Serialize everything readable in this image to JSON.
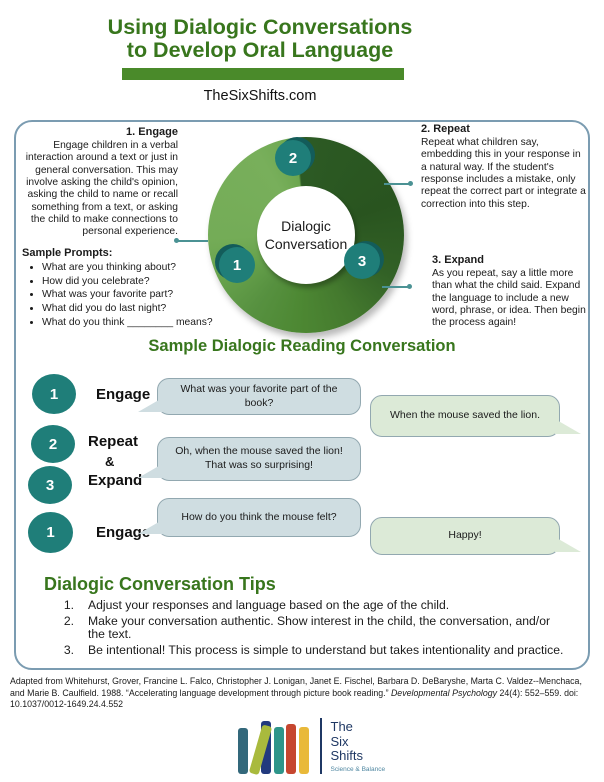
{
  "header": {
    "title_line1": "Using Dialogic Conversations",
    "title_line2": "to Develop Oral Language",
    "website": "TheSixShifts.com"
  },
  "diagram": {
    "steps": [
      {
        "num": "1",
        "title": "1. Engage",
        "body": "Engage children in a verbal interaction around a text or just in general conversation. This may involve asking the child's opinion, asking the child to name or recall something from a text, or asking the child to make connections to personal experience."
      },
      {
        "num": "2",
        "title": "2. Repeat",
        "body": "Repeat what children say, embedding this in your response in a natural way.  If the student's response includes a mistake, only repeat the correct part or integrate a correction into this step."
      },
      {
        "num": "3",
        "title": "3. Expand",
        "body": "As you repeat, say a little more than what the child said. Expand the language to include a new word, phrase, or idea. Then begin the process again!"
      }
    ],
    "prompts": {
      "title": "Sample Prompts:",
      "items": [
        "What are you thinking about?",
        "How did you celebrate?",
        "What was your favorite part?",
        "What did you do last night?",
        "What do you think ________ means?"
      ]
    },
    "donut": {
      "center_line1": "Dialogic",
      "center_line2": "Conversation",
      "badge_1": "1",
      "badge_2": "2",
      "badge_3": "3"
    }
  },
  "conversation": {
    "heading": "Sample Dialogic Reading Conversation",
    "row1_num": "1",
    "row1_label": "Engage",
    "row1_bubble": "What was your favorite part of the book?",
    "reply1": "When the mouse saved the lion.",
    "row2_num_a": "2",
    "row2_label_a": "Repeat",
    "row2_amp": "&",
    "row2_num_b": "3",
    "row2_label_b": "Expand",
    "row2_bubble": "Oh, when the mouse saved the lion! That was so surprising!",
    "row3_num": "1",
    "row3_label": "Engage",
    "row3_bubble": "How do you think the mouse felt?",
    "reply2": "Happy!"
  },
  "tips": {
    "heading": "Dialogic Conversation Tips",
    "items": [
      {
        "num": "1.",
        "text": "Adjust your responses and language based on the age of the child."
      },
      {
        "num": "2.",
        "text": "Make your conversation authentic. Show interest in the child, the conversation, and/or the text."
      },
      {
        "num": "3.",
        "text": "Be intentional! This process is simple to understand but takes intentionality and practice."
      }
    ]
  },
  "citation": {
    "prefix": "Adapted from Whitehurst, Grover, Francine L. Falco, Christopher J. Lonigan, Janet E. Fischel, Barbara D. DeBaryshe, Marta C. Valdez--Menchaca, and Marie B. Caulfield.  1988.  “Accelerating language development through picture book reading.” ",
    "journal": "Developmental Psychology",
    "suffix": " 24(4): 552–559. doi: 10.1037/0012-1649.24.4.552"
  },
  "logo": {
    "name_lines": [
      "The",
      "Six",
      "Shifts"
    ],
    "tagline": "Science & Balance",
    "book_colors": [
      "#33687b",
      "#a9ba3d",
      "#223a7e",
      "#2e958a",
      "#c64630",
      "#e9b93a"
    ]
  },
  "colors": {
    "title_green": "#38761d",
    "bar_green": "#4a8a2a",
    "donut_light_green": "#74ac57",
    "donut_dark_green": "#2c5a24",
    "donut_mid_green": "#4d8833",
    "badge_teal": "#1f7e79",
    "box_border_blue": "#7b9cb1",
    "teacher_bubble": "#cfdde1",
    "child_bubble": "#dcead7",
    "logo_navy": "#1f3864"
  }
}
